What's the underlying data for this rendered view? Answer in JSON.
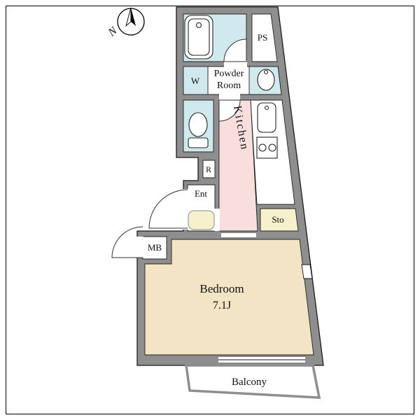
{
  "compass": {
    "north_label": "N"
  },
  "rooms": {
    "ps": "PS",
    "washer": "W",
    "powder_room_line1": "Powder",
    "powder_room_line2": "Room",
    "kitchen": "Kitchen",
    "refrigerator": "R",
    "entrance": "Ent",
    "storage": "Sto",
    "meter_box": "MB",
    "bedroom": "Bedroom",
    "bedroom_size": "7.1J",
    "balcony": "Balcony"
  },
  "colors": {
    "wall_fill": "#8e8e8e",
    "wet_area": "#cfe9ef",
    "kitchen_floor": "#f9dede",
    "storage_floor": "#f6f0cd",
    "bedroom_floor": "#f3e4c6"
  }
}
